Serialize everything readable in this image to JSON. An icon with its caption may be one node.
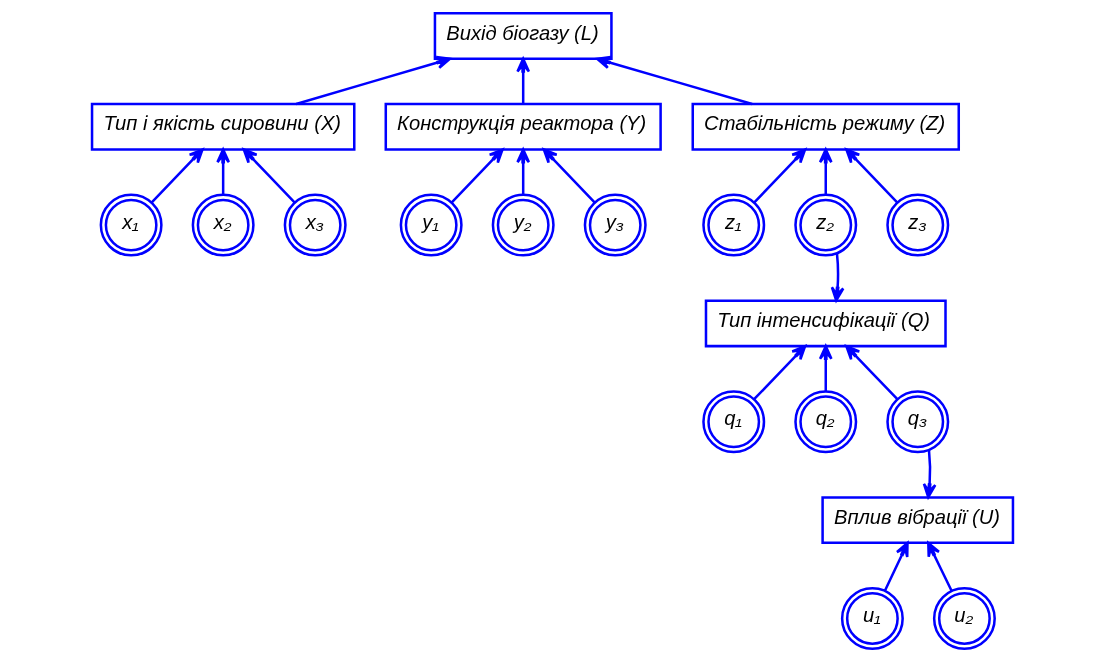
{
  "diagram": {
    "nodes": [
      {
        "text": [
          "Вихід біогазу (L)"
        ]
      },
      {
        "text": [
          "Тип і якість сировини (X)"
        ]
      },
      {
        "text": [
          "Конструкція реактора (Y)"
        ]
      },
      {
        "text": [
          "Стабільність режиму (Z)"
        ]
      },
      {
        "text": [
          "x₁"
        ]
      },
      {
        "text": [
          "x₂"
        ]
      },
      {
        "text": [
          "x₃"
        ]
      },
      {
        "text": [
          "y₁"
        ]
      },
      {
        "text": [
          "y₂"
        ]
      },
      {
        "text": [
          "y₃"
        ]
      },
      {
        "text": [
          "z₁"
        ]
      },
      {
        "text": [
          "z₂"
        ]
      },
      {
        "text": [
          "z₃"
        ]
      },
      {
        "text": [
          "Тип інтенсифікації (Q)"
        ]
      },
      {
        "text": [
          "q₁"
        ]
      },
      {
        "text": [
          "q₂"
        ]
      },
      {
        "text": [
          "q₃"
        ]
      },
      {
        "text": [
          "Вплив вібрації (U)"
        ]
      },
      {
        "text": [
          "u₁"
        ]
      },
      {
        "text": [
          "u₂"
        ]
      }
    ],
    "edges": [
      {
        "from": 1,
        "to": 0,
        "arrow": "to"
      },
      {
        "from": 2,
        "to": 0,
        "arrow": "to"
      },
      {
        "from": 3,
        "to": 0,
        "arrow": "to"
      },
      {
        "from": 4,
        "to": 1,
        "arrow": "to"
      },
      {
        "from": 5,
        "to": 1,
        "arrow": "to"
      },
      {
        "from": 6,
        "to": 1,
        "arrow": "to"
      },
      {
        "from": 7,
        "to": 2,
        "arrow": "to"
      },
      {
        "from": 8,
        "to": 2,
        "arrow": "to"
      },
      {
        "from": 9,
        "to": 2,
        "arrow": "to"
      },
      {
        "from": 10,
        "to": 3,
        "arrow": "to"
      },
      {
        "from": 11,
        "to": 3,
        "arrow": "to"
      },
      {
        "from": 12,
        "to": 3,
        "arrow": "to"
      },
      {
        "from": 11,
        "to": 13,
        "arrow": "to"
      },
      {
        "from": 14,
        "to": 13,
        "arrow": "to"
      },
      {
        "from": 15,
        "to": 13,
        "arrow": "to"
      },
      {
        "from": 16,
        "to": 13,
        "arrow": "to"
      },
      {
        "from": 16,
        "to": 17,
        "arrow": "to"
      },
      {
        "from": 18,
        "to": 17,
        "arrow": "to"
      },
      {
        "from": 19,
        "to": 17,
        "arrow": "to"
      }
    ]
  }
}
